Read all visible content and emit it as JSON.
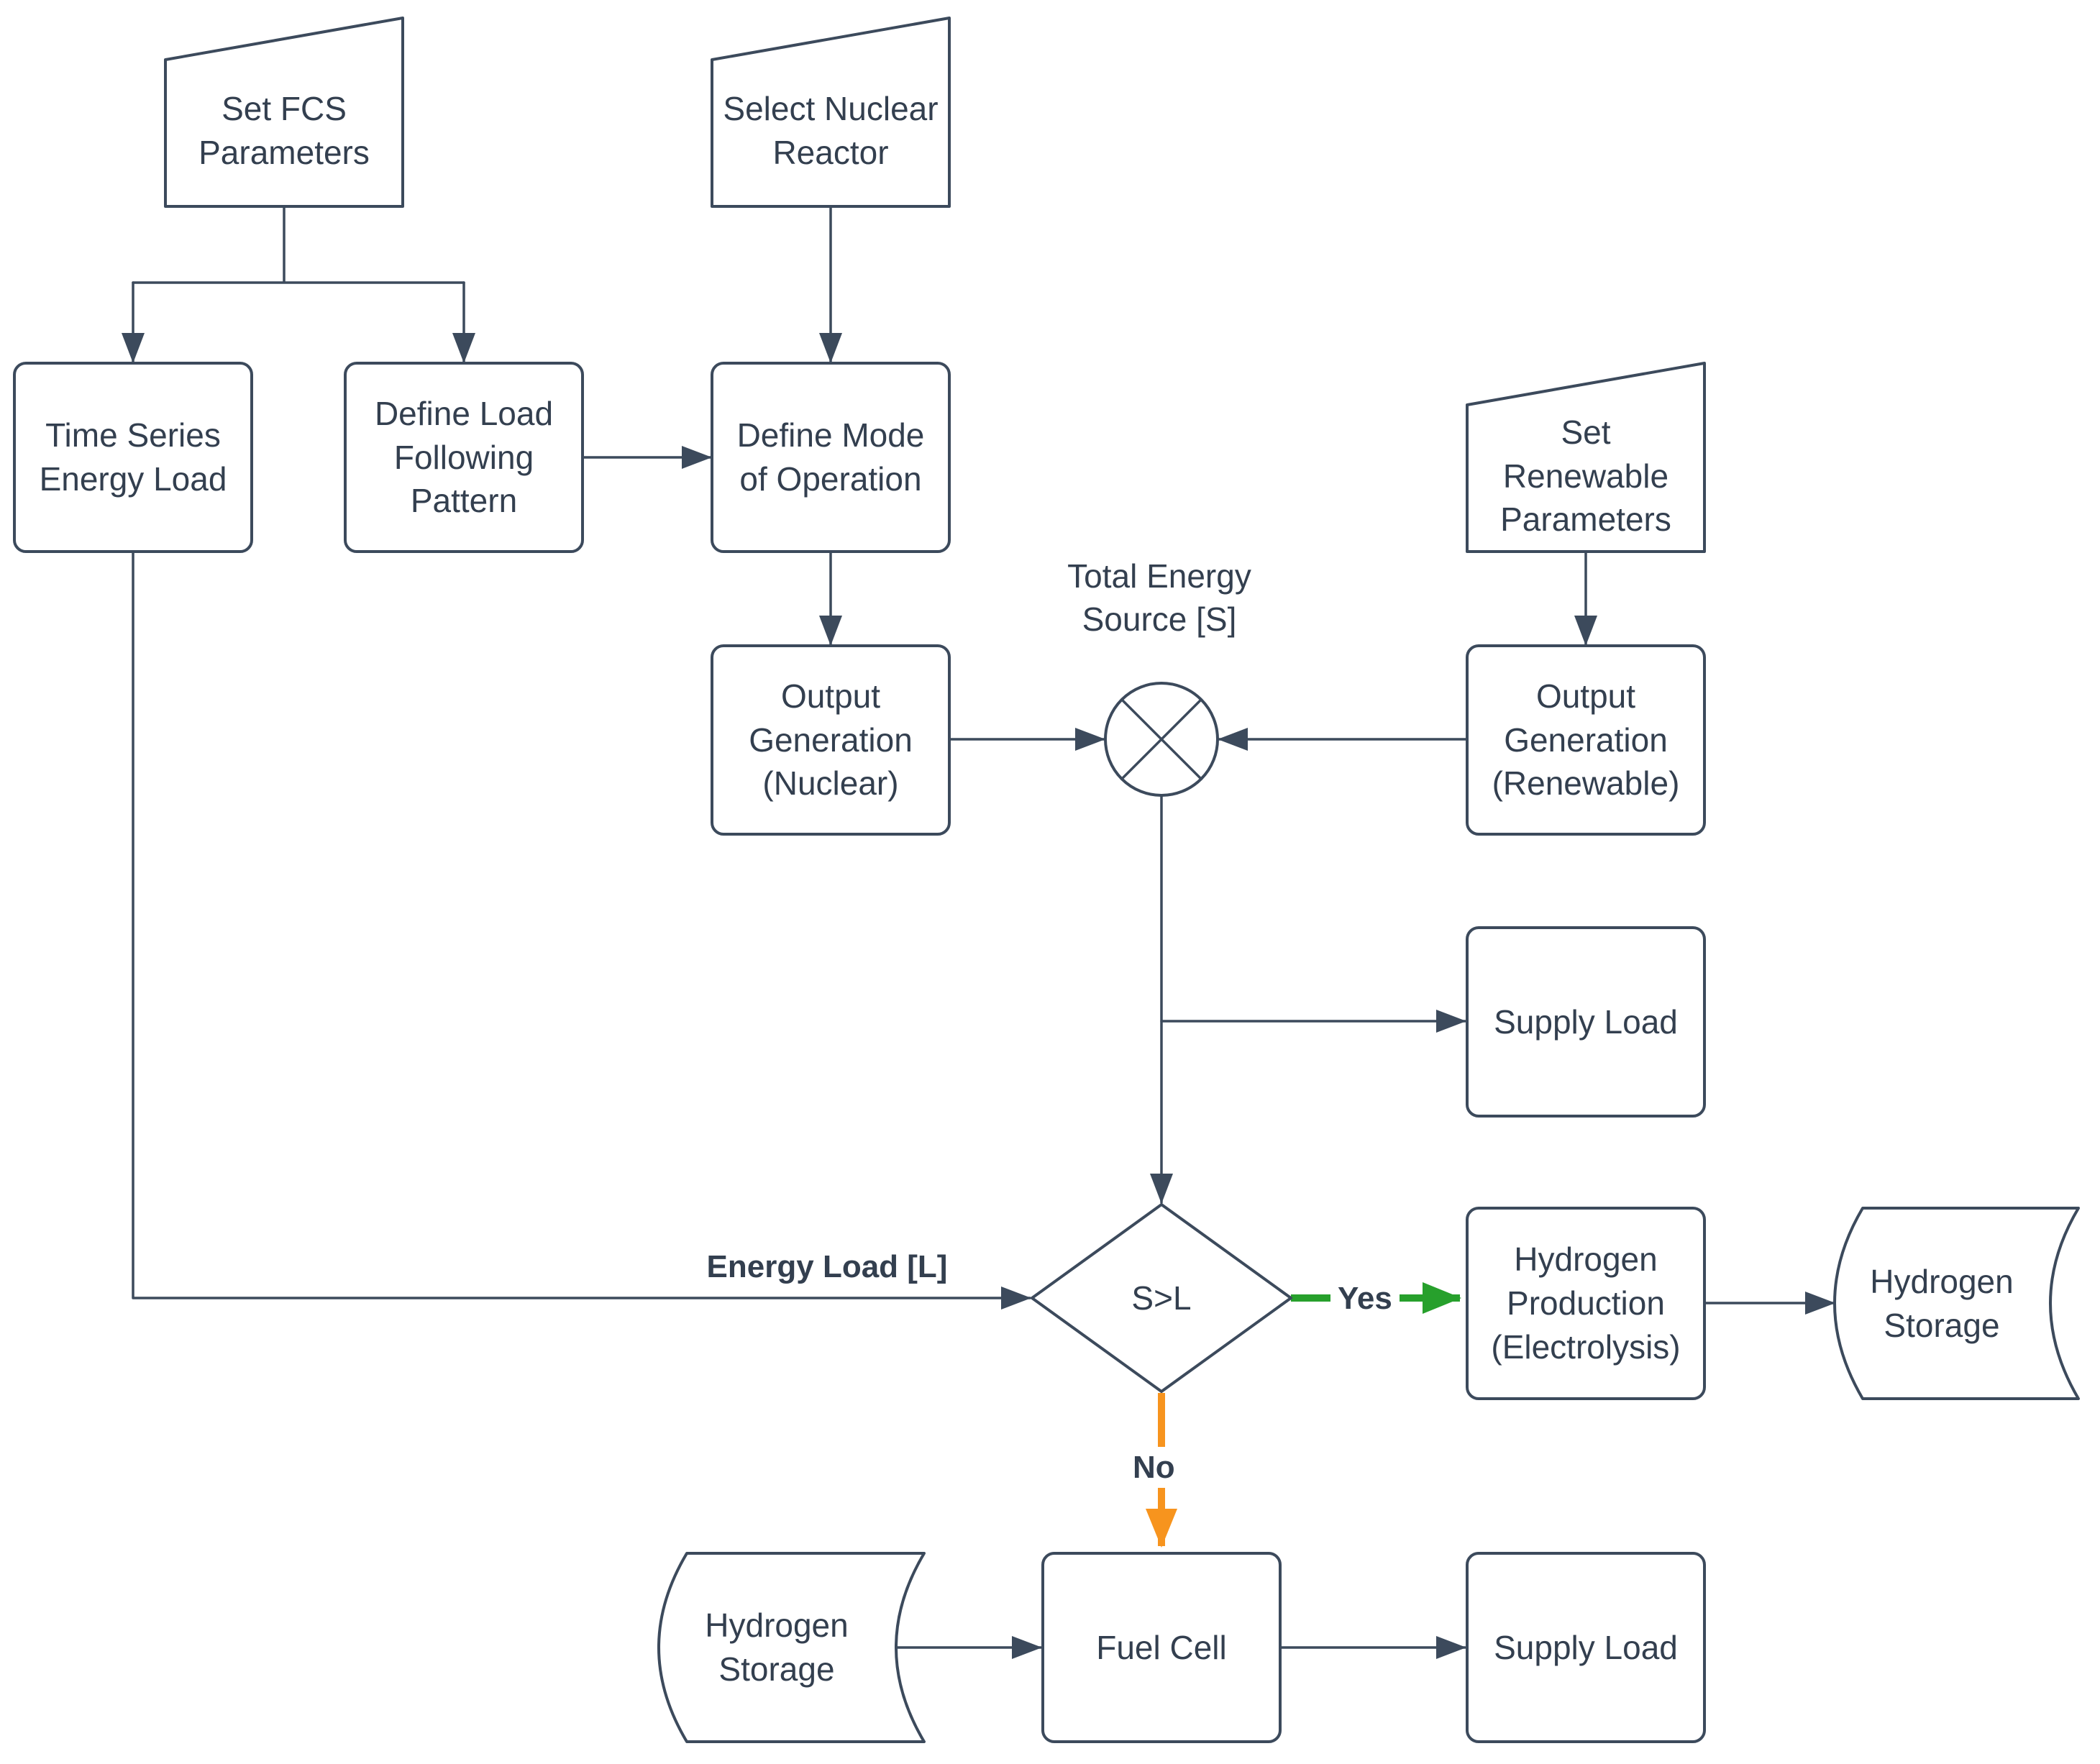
{
  "diagram": {
    "type": "flowchart",
    "colors": {
      "background": "#ffffff",
      "line": "#3c4a5c",
      "node_border": "#3c4a5c",
      "node_fill": "#ffffff",
      "text": "#333f4f",
      "yes_edge_green": "#27a02c",
      "no_edge_orange": "#f7941e"
    },
    "nodes": {
      "set_fcs": {
        "label": "Set FCS\nParameters",
        "shape": "manual-input-card"
      },
      "select_nuclear": {
        "label": "Select Nuclear\nReactor",
        "shape": "manual-input-card"
      },
      "time_series": {
        "label": "Time Series\nEnergy Load",
        "shape": "process"
      },
      "define_load": {
        "label": "Define Load\nFollowing\nPattern",
        "shape": "process"
      },
      "define_mode": {
        "label": "Define Mode\nof Operation",
        "shape": "process"
      },
      "set_renewable": {
        "label": "Set\nRenewable\nParameters",
        "shape": "manual-input-card"
      },
      "output_nuclear": {
        "label": "Output\nGeneration\n(Nuclear)",
        "shape": "process"
      },
      "output_renewable": {
        "label": "Output\nGeneration\n(Renewable)",
        "shape": "process"
      },
      "total_energy_junction": {
        "label": "",
        "shape": "summing-junction-circle-x"
      },
      "supply_load_top": {
        "label": "Supply Load",
        "shape": "process"
      },
      "decision_s_gt_l": {
        "label": "S>L",
        "shape": "decision-diamond"
      },
      "hydrogen_production": {
        "label": "Hydrogen\nProduction\n(Electrolysis)",
        "shape": "process"
      },
      "hydrogen_storage_right": {
        "label": "Hydrogen\nStorage",
        "shape": "stored-data"
      },
      "hydrogen_storage_bottom": {
        "label": "Hydrogen\nStorage",
        "shape": "stored-data"
      },
      "fuel_cell": {
        "label": "Fuel Cell",
        "shape": "process"
      },
      "supply_load_bottom": {
        "label": "Supply Load",
        "shape": "process"
      }
    },
    "edge_labels": {
      "total_energy_source": "Total Energy\nSource [S]",
      "energy_load": "Energy Load [L]",
      "yes": "Yes",
      "no": "No"
    }
  }
}
